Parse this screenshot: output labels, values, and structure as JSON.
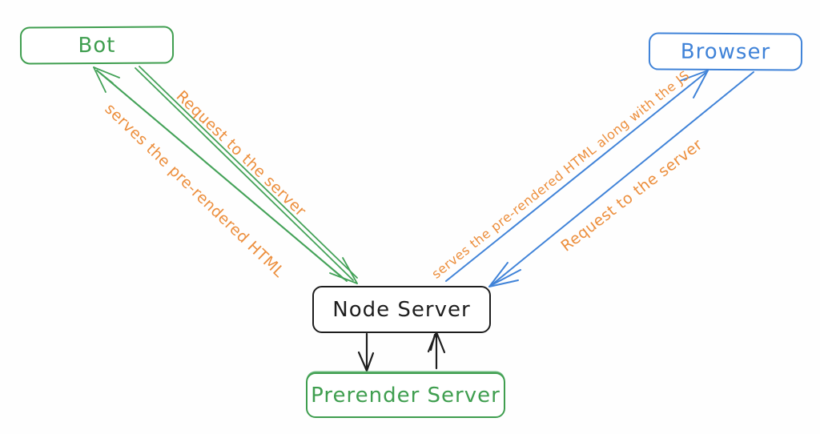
{
  "diagram": {
    "nodes": [
      {
        "id": "bot",
        "label": "Bot",
        "color": "#3f9e4f"
      },
      {
        "id": "browser",
        "label": "Browser",
        "color": "#4083d8"
      },
      {
        "id": "node-server",
        "label": "Node Server",
        "color": "#1e1e1e"
      },
      {
        "id": "prerender-server",
        "label": "Prerender Server",
        "color": "#3f9e4f"
      }
    ],
    "edges": [
      {
        "from": "bot",
        "to": "node-server",
        "label": "Request to the server",
        "color": "#44a258"
      },
      {
        "from": "node-server",
        "to": "bot",
        "label": "serves the pre-rendered HTML",
        "color": "#44a258"
      },
      {
        "from": "browser",
        "to": "node-server",
        "label": "Request to the server",
        "color": "#4083d8"
      },
      {
        "from": "node-server",
        "to": "browser",
        "label": "serves the pre-rendered HTML along with the JS",
        "color": "#4083d8"
      },
      {
        "from": "node-server",
        "to": "prerender-server",
        "label": "",
        "color": "#1e1e1e"
      },
      {
        "from": "prerender-server",
        "to": "node-server",
        "label": "",
        "color": "#1e1e1e"
      }
    ],
    "edge_label_color": "#ec8e3c"
  }
}
